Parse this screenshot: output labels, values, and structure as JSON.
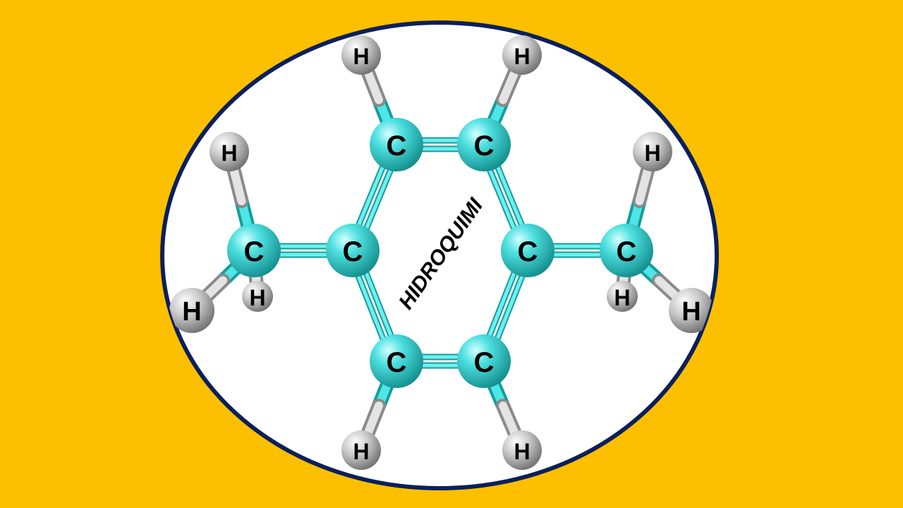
{
  "background_color": "#FDC000",
  "frame": {
    "fill": "#FFFFFF",
    "border_color": "#0B1F5C"
  },
  "watermark": "HIDROQUIMI",
  "atom_colors": {
    "carbon": "#2FC8C8",
    "hydrogen": "#B4B4B4",
    "bond_carbon": "#2FD3D3",
    "bond_hydrogen": "#D8D8D8"
  },
  "atom_labels": {
    "carbon": "C",
    "hydrogen": "H"
  }
}
